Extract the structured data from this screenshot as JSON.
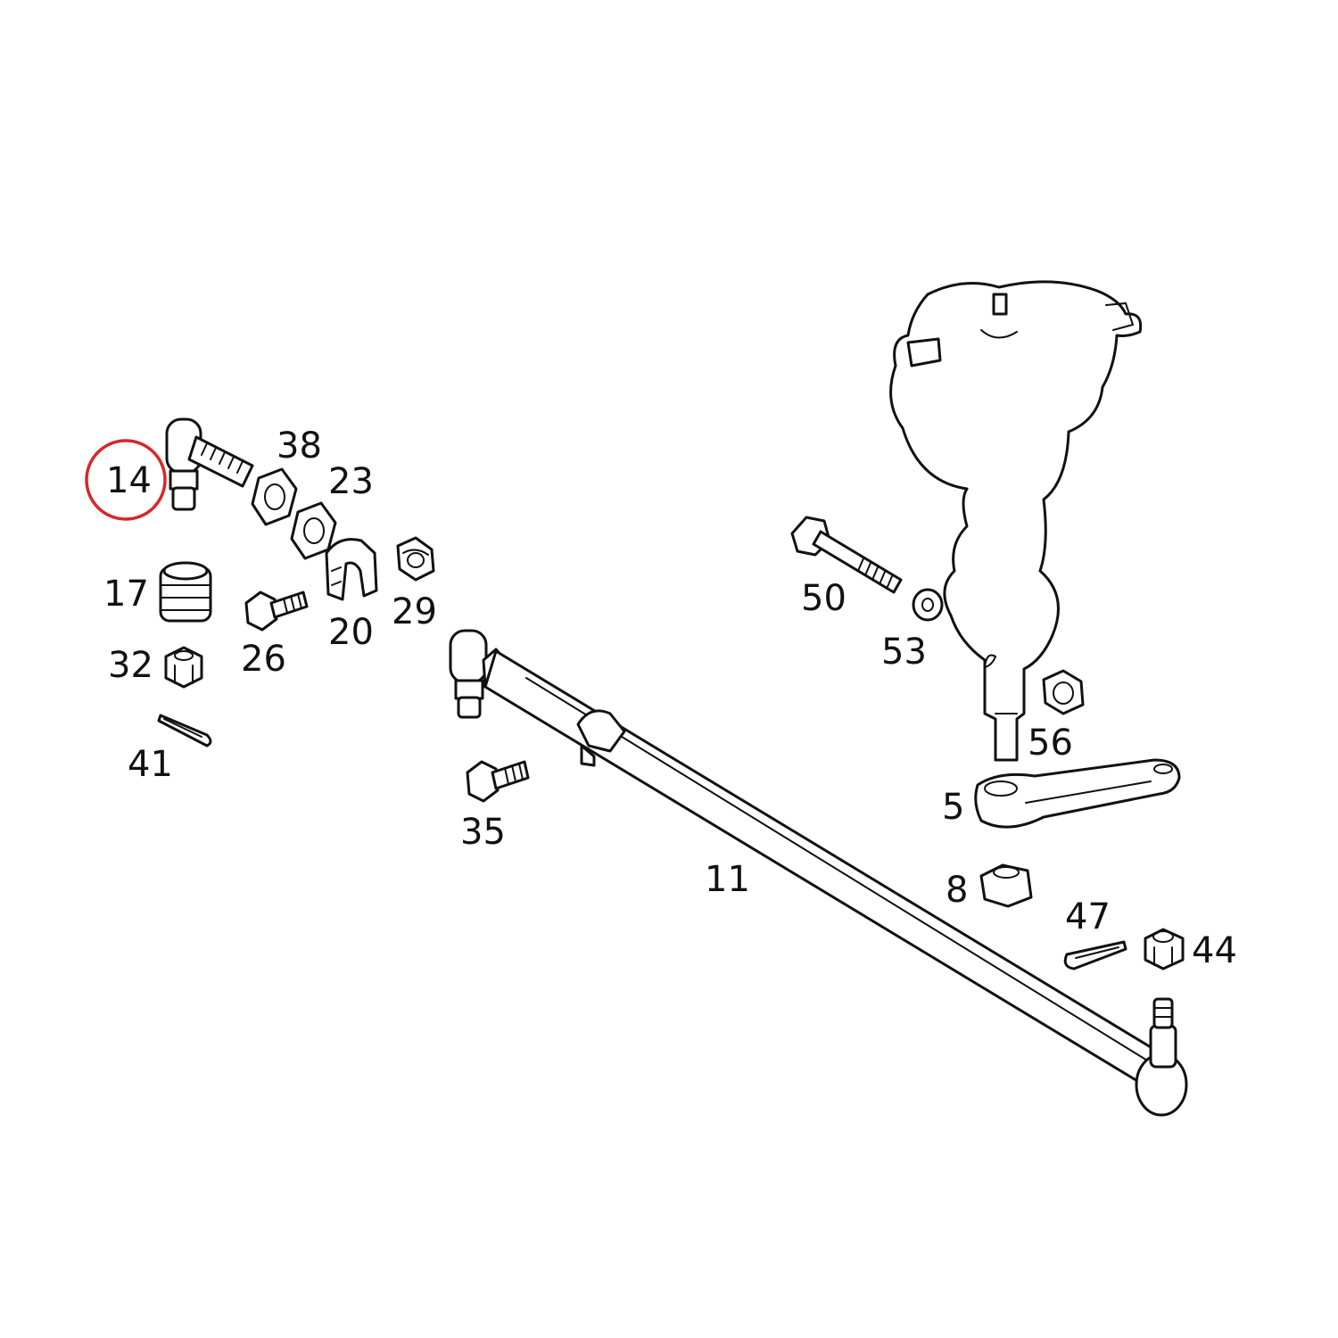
{
  "diagram": {
    "highlight_color": "#d62828",
    "highlighted_part": "14",
    "callouts": {
      "p14": "14",
      "p38": "38",
      "p23": "23",
      "p17": "17",
      "p26": "26",
      "p20": "20",
      "p29": "29",
      "p32": "32",
      "p41": "41",
      "p35": "35",
      "p11": "11",
      "p50": "50",
      "p53": "53",
      "p56": "56",
      "p5": "5",
      "p8": "8",
      "p47": "47",
      "p44": "44"
    }
  }
}
